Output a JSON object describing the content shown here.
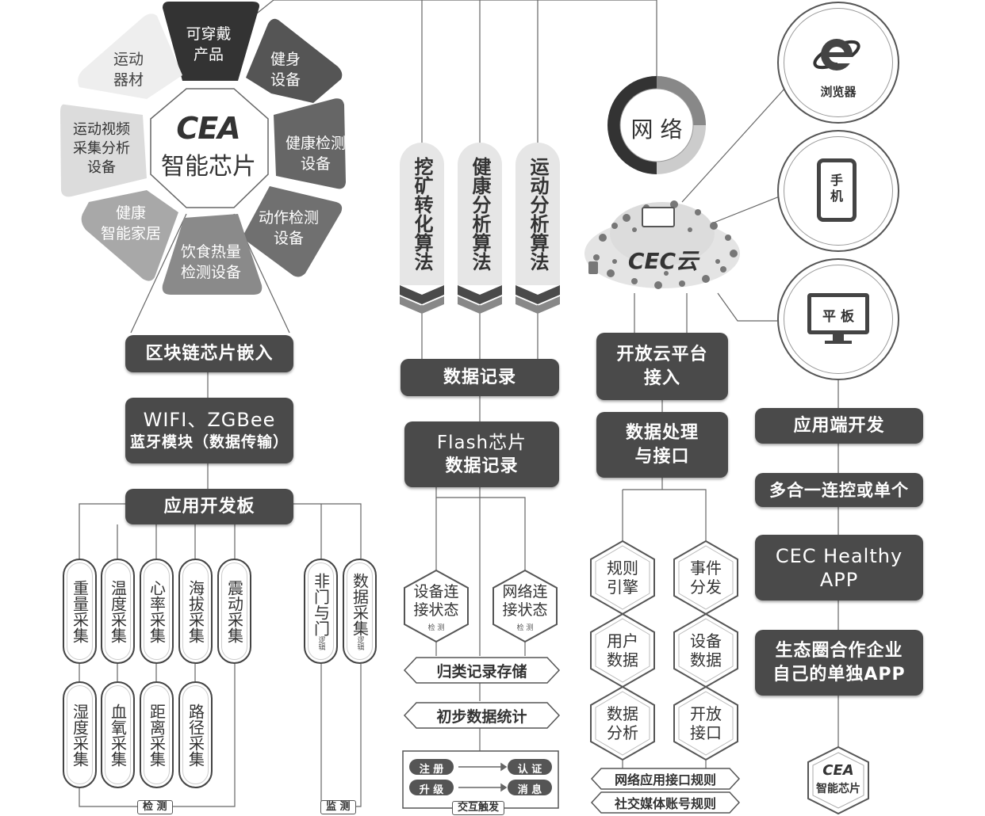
{
  "hub": {
    "brand": "CEA",
    "title": "智能芯片"
  },
  "petals": [
    {
      "label1": "可穿戴",
      "label2": "产品"
    },
    {
      "label1": "健身",
      "label2": "设备"
    },
    {
      "label1": "健康检测",
      "label2": "设备"
    },
    {
      "label1": "动作检测",
      "label2": "设备"
    },
    {
      "label1": "饮食热量",
      "label2": "检测设备"
    },
    {
      "label1": "健康",
      "label2": "智能家居"
    },
    {
      "label1": "运动视频",
      "label2": "采集分析",
      "label3": "设备"
    },
    {
      "label1": "运动",
      "label2": "器材"
    }
  ],
  "col1": {
    "blockchain": "区块链芯片嵌入",
    "wifi_line1": "WIFI、ZGBee",
    "wifi_line2": "蓝牙模块（数据传输）",
    "devboard": "应用开发板",
    "sensors_top": [
      "重量采集",
      "温度采集",
      "心率采集",
      "海拔采集",
      "震动采集"
    ],
    "sensors_bottom": [
      "湿度采集",
      "血氧采集",
      "距离采集",
      "路径采集"
    ],
    "door": {
      "main": "非门与门",
      "sub": "逻辑"
    },
    "datacap": {
      "main": "数据采集",
      "sub": "逻辑"
    },
    "detect_tag": "检 测",
    "monitor_tag": "监 测"
  },
  "col2": {
    "algos": [
      "挖矿转化算法",
      "健康分析算法",
      "运动分析算法"
    ],
    "record": "数据记录",
    "flash_line1": "Flash芯片",
    "flash_line2": "数据记录",
    "hex_device": {
      "line1": "设备连",
      "line2": "接状态",
      "sub": "检 测"
    },
    "hex_network": {
      "line1": "网络连",
      "line2": "接状态",
      "sub": "检 测"
    },
    "classify": "归类记录存储",
    "stats": "初步数据统计",
    "register": "注 册",
    "auth": "认 证",
    "upgrade": "升 级",
    "message": "消 息",
    "interact_tag": "交互触发"
  },
  "col3": {
    "network": "网 络",
    "cloud_brand": "CEC云",
    "open_line1": "开放云平台",
    "open_line2": "接入",
    "proc_line1": "数据处理",
    "proc_line2": "与接口",
    "hexes": [
      {
        "line1": "规则",
        "line2": "引擎"
      },
      {
        "line1": "事件",
        "line2": "分发"
      },
      {
        "line1": "用户",
        "line2": "数据"
      },
      {
        "line1": "设备",
        "line2": "数据"
      },
      {
        "line1": "数据",
        "line2": "分析"
      },
      {
        "line1": "开放",
        "line2": "接口"
      }
    ],
    "rule1": "网络应用接口规则",
    "rule2": "社交媒体账号规则"
  },
  "col4": {
    "browser": "浏览器",
    "phone_line1": "手",
    "phone_line2": "机",
    "tablet": "平 板",
    "app_dev": "应用端开发",
    "multi": "多合一连控或单个",
    "app_line1": "CEC Healthy",
    "app_line2": "APP",
    "eco_line1": "生态圈合作企业",
    "eco_line2": "自己的单独APP",
    "badge_brand": "CEA",
    "badge_title": "智能芯片"
  },
  "colors": {
    "dark": "#4a4a4a",
    "petal_darkest": "#333333",
    "petal_light": "#e9e9e9"
  }
}
